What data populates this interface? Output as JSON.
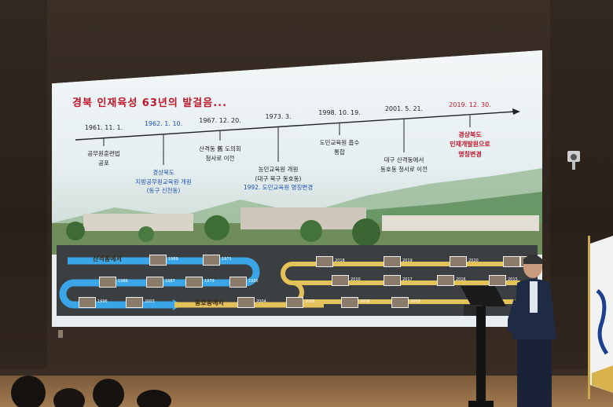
{
  "slide": {
    "title": "경북 인재육성 63년의 발걸음...",
    "timeline": [
      {
        "date": "1961. 11. 1.",
        "lines": [
          "공무원훈련법",
          "공포"
        ],
        "date_color": "black",
        "text_color": "black"
      },
      {
        "date": "1962. 1. 10.",
        "lines": [
          "경상북도",
          "지방공무원교육원 개원",
          "(동구 신천동)"
        ],
        "date_color": "blue",
        "text_color": "blue"
      },
      {
        "date": "1967. 12. 20.",
        "lines": [
          "산격동 舊 도의회",
          "청사로 이전"
        ],
        "date_color": "black",
        "text_color": "black"
      },
      {
        "date": "1973. 3.",
        "lines": [
          "농민교육원 개원",
          "(대구 북구 동호동)",
          "1992. 도민교육원 명칭변경"
        ],
        "date_color": "black",
        "text_color": "black"
      },
      {
        "date": "1998. 10. 19.",
        "lines": [
          "도민교육원 흡수",
          "통합"
        ],
        "date_color": "black",
        "text_color": "black"
      },
      {
        "date": "2001. 5. 21.",
        "lines": [
          "대구 산격동에서",
          "동호동 청사로 이전"
        ],
        "date_color": "black",
        "text_color": "black"
      },
      {
        "date": "2019. 12. 30.",
        "lines": [
          "경상북도",
          "인재개발원으로",
          "명칭변경"
        ],
        "date_color": "red",
        "text_color": "red"
      }
    ],
    "lower_track": {
      "left_labels": [
        "산격동에서",
        "동호동에서"
      ],
      "year_tags": [
        "1969",
        "1971",
        "1986",
        "1987",
        "1979",
        "1995",
        "1996",
        "2003",
        "2004",
        "2005",
        "2006",
        "2009",
        "2010",
        "2017",
        "2016",
        "2015",
        "2018",
        "2019",
        "2020",
        "2021",
        "2022"
      ]
    }
  },
  "colors": {
    "title_red": "#c0162a",
    "accent_blue": "#1c4fb5",
    "track_blue": "#3aa6e8",
    "track_gold": "#e3c25a",
    "panel_dark": "#3c3f42"
  }
}
